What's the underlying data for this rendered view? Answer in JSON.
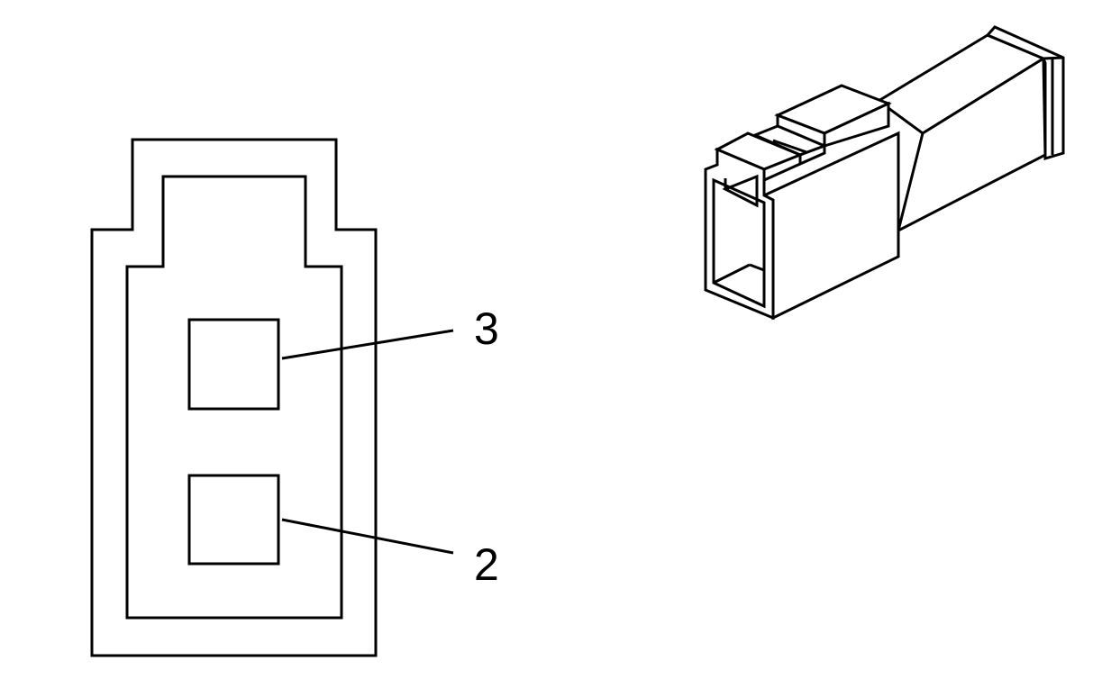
{
  "connector_face": {
    "terminals": [
      {
        "id": "terminal-3",
        "label": "3"
      },
      {
        "id": "terminal-2",
        "label": "2"
      }
    ]
  },
  "connector_3d": {
    "view": "isometric"
  },
  "colors": {
    "line": "#000000",
    "background": "#ffffff"
  }
}
